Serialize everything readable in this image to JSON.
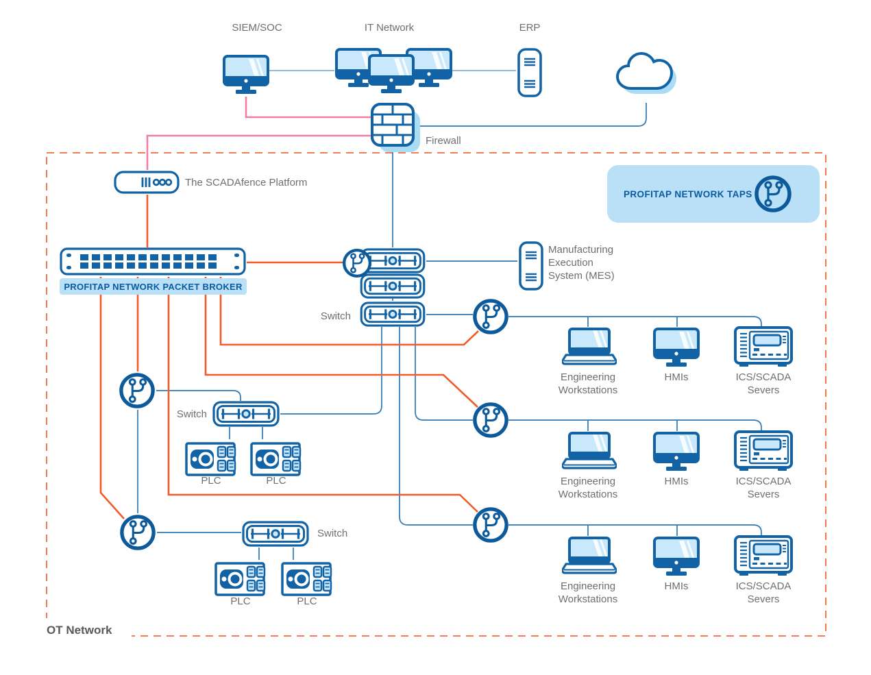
{
  "colors": {
    "primary_blue": "#1263a5",
    "tap_blue": "#0d5a9b",
    "light_blue_fill": "#c9e8fb",
    "badge_bg": "#b9e0f6",
    "shadow_blue": "#aadcf5",
    "orange": "#f15a29",
    "pink": "#f27ba8",
    "line_blue": "#2e79b5",
    "line_light_blue": "#93bcdc",
    "label_gray": "#6d6e71",
    "zone_label_gray": "#58595b"
  },
  "top": {
    "siem": "SIEM/SOC",
    "it": "IT Network",
    "erp": "ERP",
    "firewall": "Firewall"
  },
  "ot": {
    "zone": "OT Network",
    "platform": "The SCADAfence Platform",
    "broker": "PROFITAP NETWORK PACKET BROKER",
    "taps": "PROFITAP NETWORK TAPS",
    "mes": "Manufacturing\nExecution\nSystem (MES)",
    "switch": "Switch",
    "plc": "PLC"
  },
  "rows": [
    {
      "eng": "Engineering\nWorkstations",
      "hmi": "HMIs",
      "ics": "ICS/SCADA\nSevers"
    },
    {
      "eng": "Engineering\nWorkstations",
      "hmi": "HMIs",
      "ics": "ICS/SCADA\nSevers"
    },
    {
      "eng": "Engineering\nWorkstations",
      "hmi": "HMIs",
      "ics": "ICS/SCADA\nSevers"
    }
  ]
}
